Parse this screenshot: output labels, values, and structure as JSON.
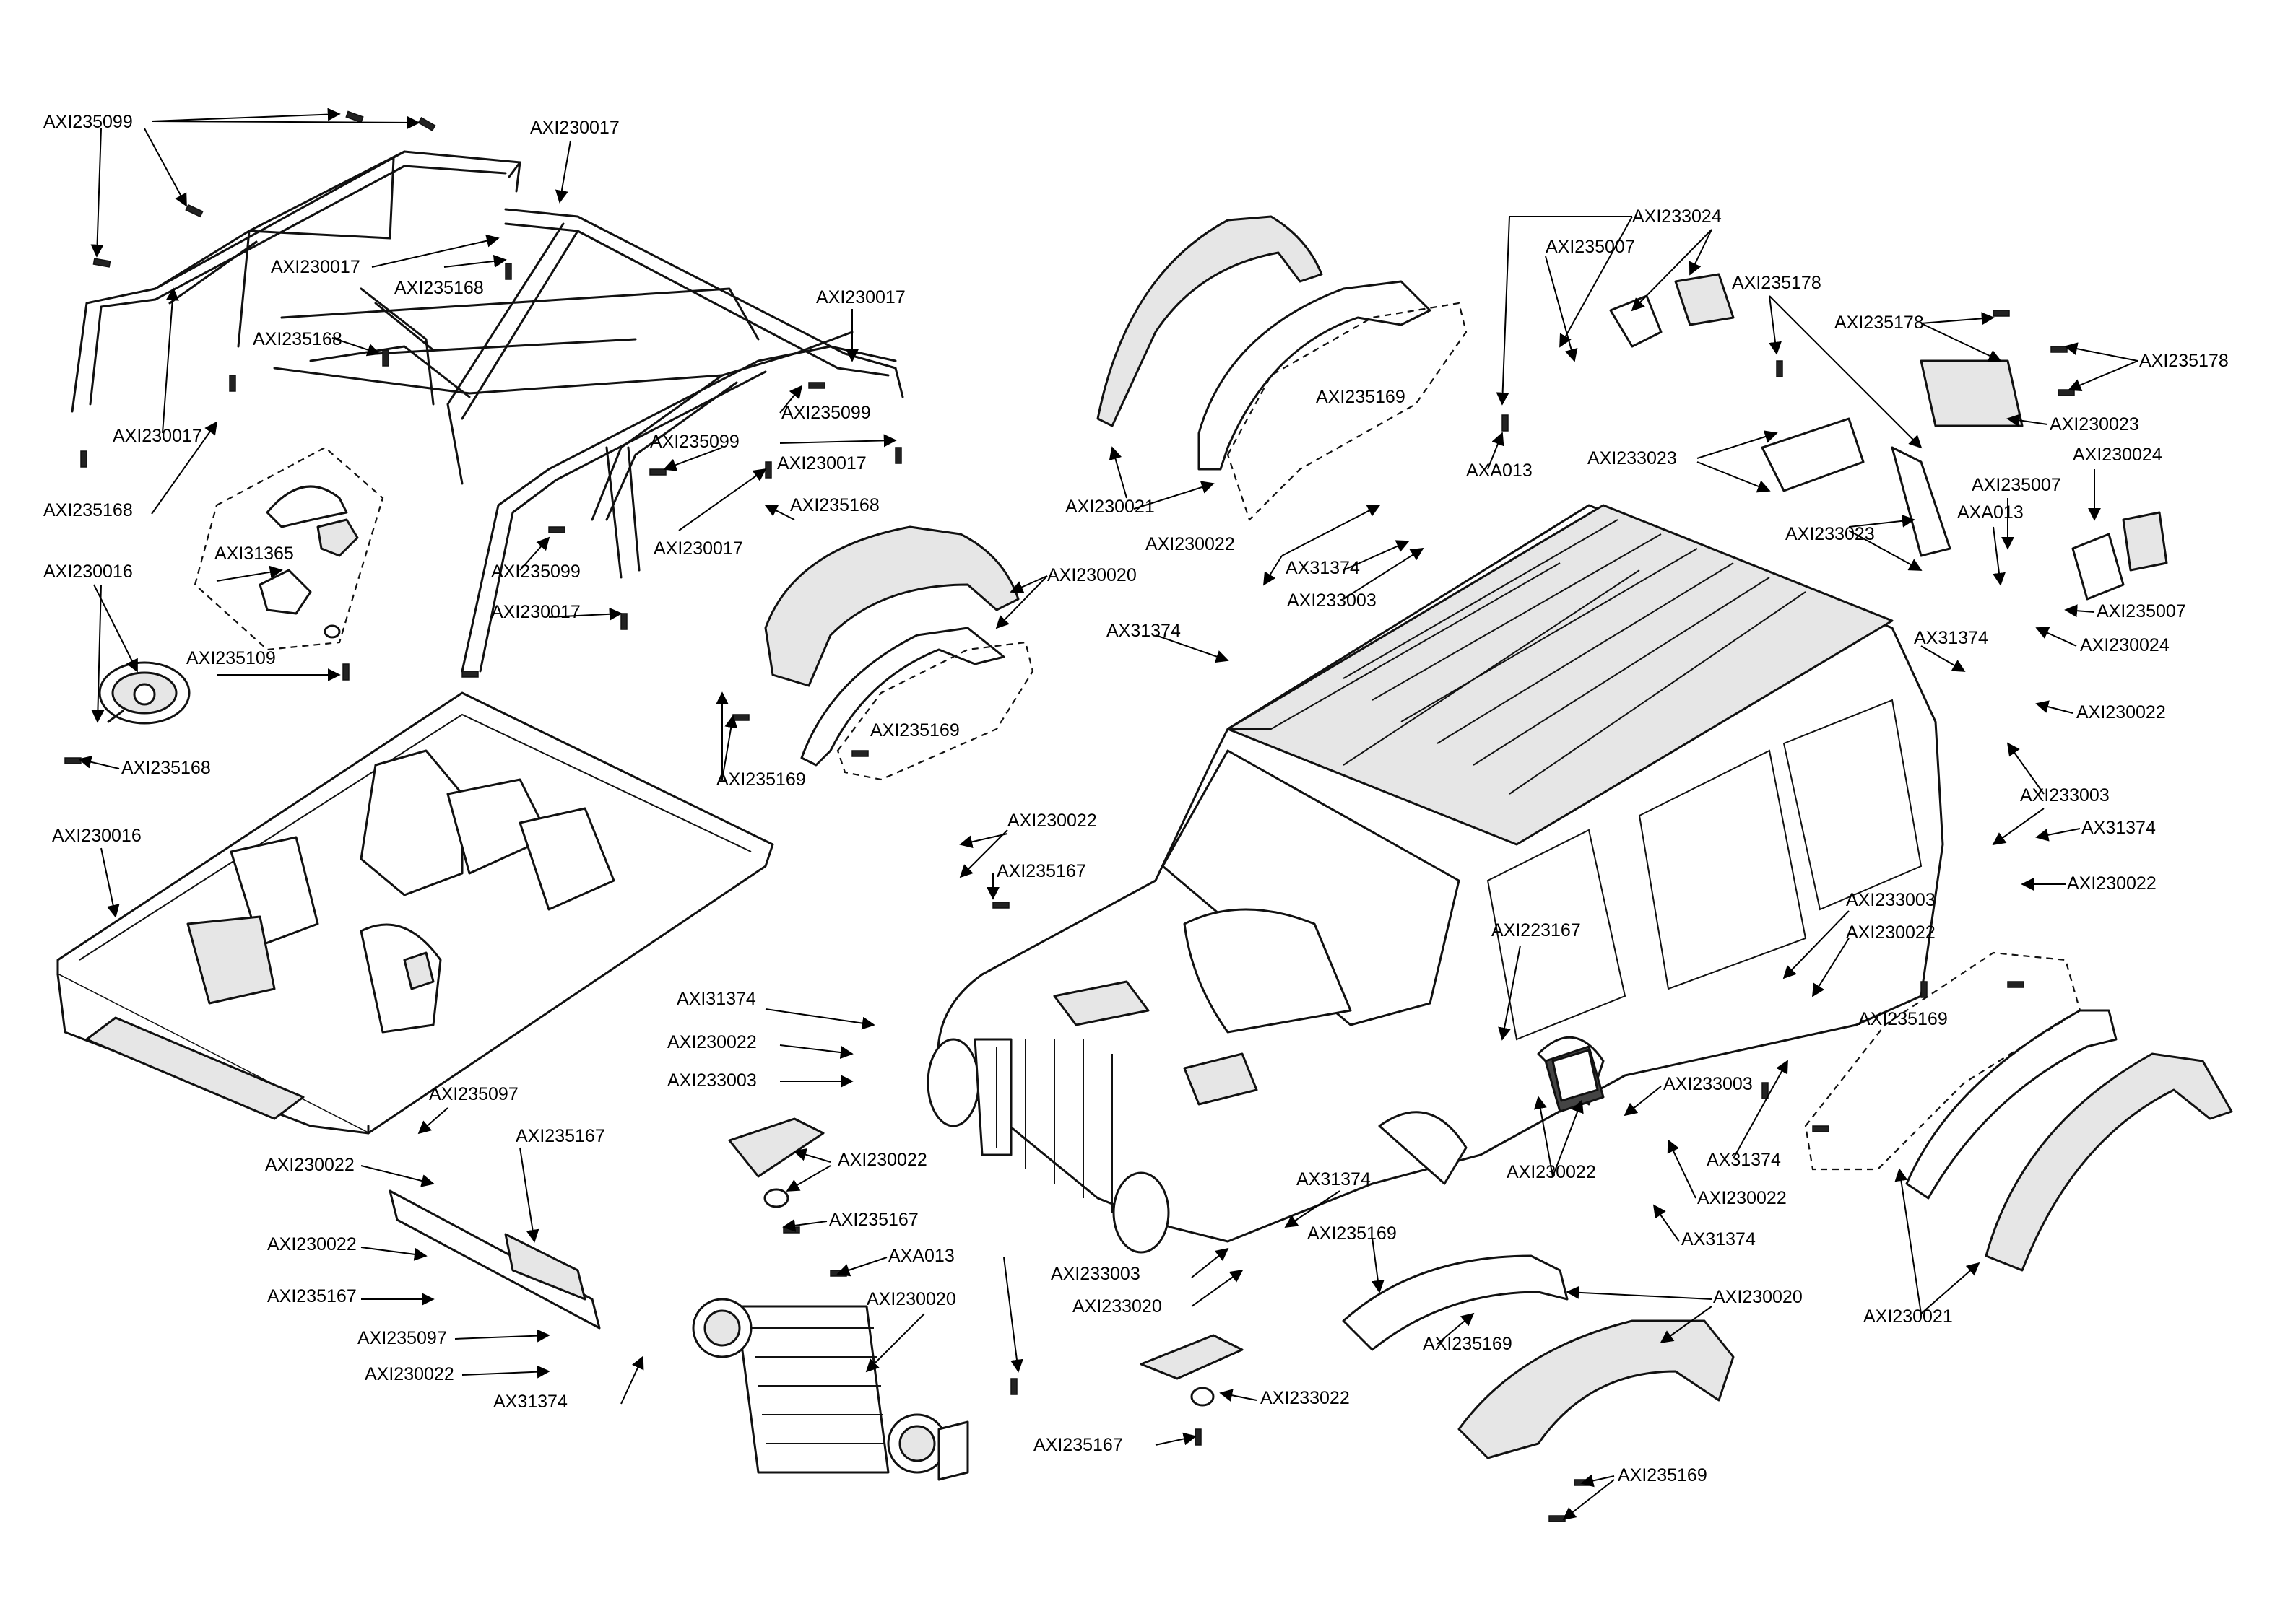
{
  "labels": {
    "l01": "AXI235099",
    "l02": "AXI230017",
    "l03": "AXI230017",
    "l04": "AXI235168",
    "l05": "AXI235168",
    "l06": "AXI230017",
    "l07": "AXI235168",
    "l08": "AXI230017",
    "l09": "AXI235099",
    "l10": "AXI235099",
    "l11": "AXI230017",
    "l12": "AXI235168",
    "l13": "AXI230017",
    "l14": "AXI235099",
    "l15": "AXI230017",
    "l16": "AXI31365",
    "l17": "AXI235109",
    "l18": "AXI230016",
    "l19": "AXI235168",
    "l20": "AXI230016",
    "l21": "AXI230021",
    "l22": "AXI235169",
    "l23": "AXI230020",
    "l24": "AXI235169",
    "l25": "AXI235169",
    "l26": "AXI233024",
    "l27": "AXI235007",
    "l28": "AXI235178",
    "l29": "AXI235178",
    "l30": "AXI235178",
    "l31": "AXI230023",
    "l32": "AXA013",
    "l33": "AXI233023",
    "l34": "AXI233023",
    "l35": "AXI235007",
    "l36": "AXI230024",
    "l37": "AXA013",
    "l38": "AXI235007",
    "l39": "AXI230024",
    "l40": "AXI230022",
    "l41": "AX31374",
    "l42": "AXI233003",
    "l43": "AX31374",
    "l44": "AX31374",
    "l45": "AXI230022",
    "l46": "AXI233003",
    "l47": "AX31374",
    "l48": "AXI230022",
    "l49": "AXI230022",
    "l50": "AXI235167",
    "l51": "AXI223167",
    "l52": "AXI233003",
    "l53": "AXI230022",
    "l54": "AXI235169",
    "l55": "AXI233003",
    "l56": "AX31374",
    "l57": "AXI230022",
    "l58": "AX31374",
    "l59": "AXI230021",
    "l60": "AXI230022",
    "l61": "AXI31374",
    "l62": "AXI230022",
    "l63": "AXI233003",
    "l64": "AXI230022",
    "l65": "AXI235097",
    "l66": "AXI230022",
    "l67": "AXI235167",
    "l68": "AXI230022",
    "l69": "AXI235167",
    "l70": "AXI235097",
    "l71": "AXI230022",
    "l72": "AXI235167",
    "l73": "AXA013",
    "l74": "AXI230020",
    "l75": "AX31374",
    "l76": "AXI233003",
    "l77": "AXI233020",
    "l78": "AXI235169",
    "l79": "AXI235169",
    "l80": "AXI230020",
    "l81": "AXI233022",
    "l82": "AXI235167",
    "l83": "AXI235169"
  }
}
